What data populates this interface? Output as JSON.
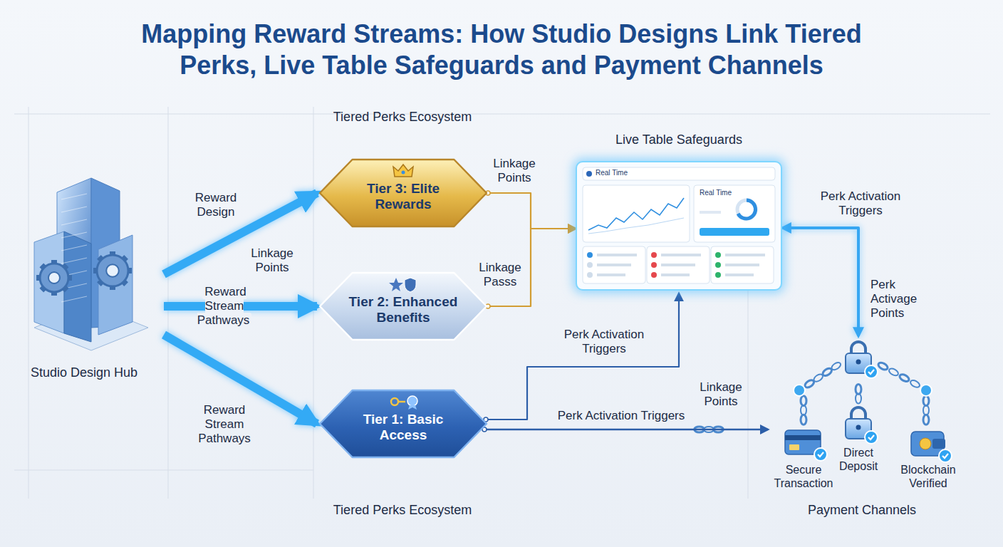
{
  "diagram": {
    "title": "Mapping Reward Streams: How Studio Designs Link Tiered Perks, Live Table Safeguards and Payment Channels",
    "nodes": [
      {
        "text": [
          "Studio Design Hub"
        ]
      },
      {
        "text": [
          "Tier 3: Elite Rewards"
        ]
      },
      {
        "text": [
          "Tier 2: Enhanced Benefits"
        ]
      },
      {
        "text": [
          "Tier 1: Basic Access"
        ]
      },
      {
        "text": [
          "Live Table Safeguards",
          "Real Time",
          "Real Time"
        ]
      },
      {
        "text": [
          "Secure Transaction"
        ]
      },
      {
        "text": [
          "Direct Deposit"
        ]
      },
      {
        "text": [
          "Blockchain Verified"
        ]
      }
    ],
    "edges": [
      {
        "from": 0,
        "to": 1,
        "arrow": "to",
        "label": "Reward Design"
      },
      {
        "from": 0,
        "to": 2,
        "arrow": "to",
        "label": "Reward Stream Pathways"
      },
      {
        "from": 0,
        "to": 3,
        "arrow": "to",
        "label": "Reward Stream Pathways"
      },
      {
        "from": 1,
        "to": 4,
        "arrow": "to",
        "label": "Linkage Points"
      },
      {
        "from": 2,
        "to": 4,
        "arrow": "to",
        "label": "Linkage Passs"
      },
      {
        "from": 3,
        "to": 4,
        "arrow": "to",
        "label": "Perk Activation Triggers"
      },
      {
        "from": 3,
        "to": 5,
        "arrow": "to",
        "label": "Perk Activation Triggers"
      },
      {
        "from": 6,
        "to": 4,
        "arrow": "both",
        "label": "Perk Activation Triggers"
      }
    ],
    "labels": [
      "Tiered Perks Ecosystem",
      "Tiered Perks Ecosystem",
      "Linkage Points",
      "Linkage Points",
      "Perk Activage Points",
      "Payment Channels"
    ]
  }
}
